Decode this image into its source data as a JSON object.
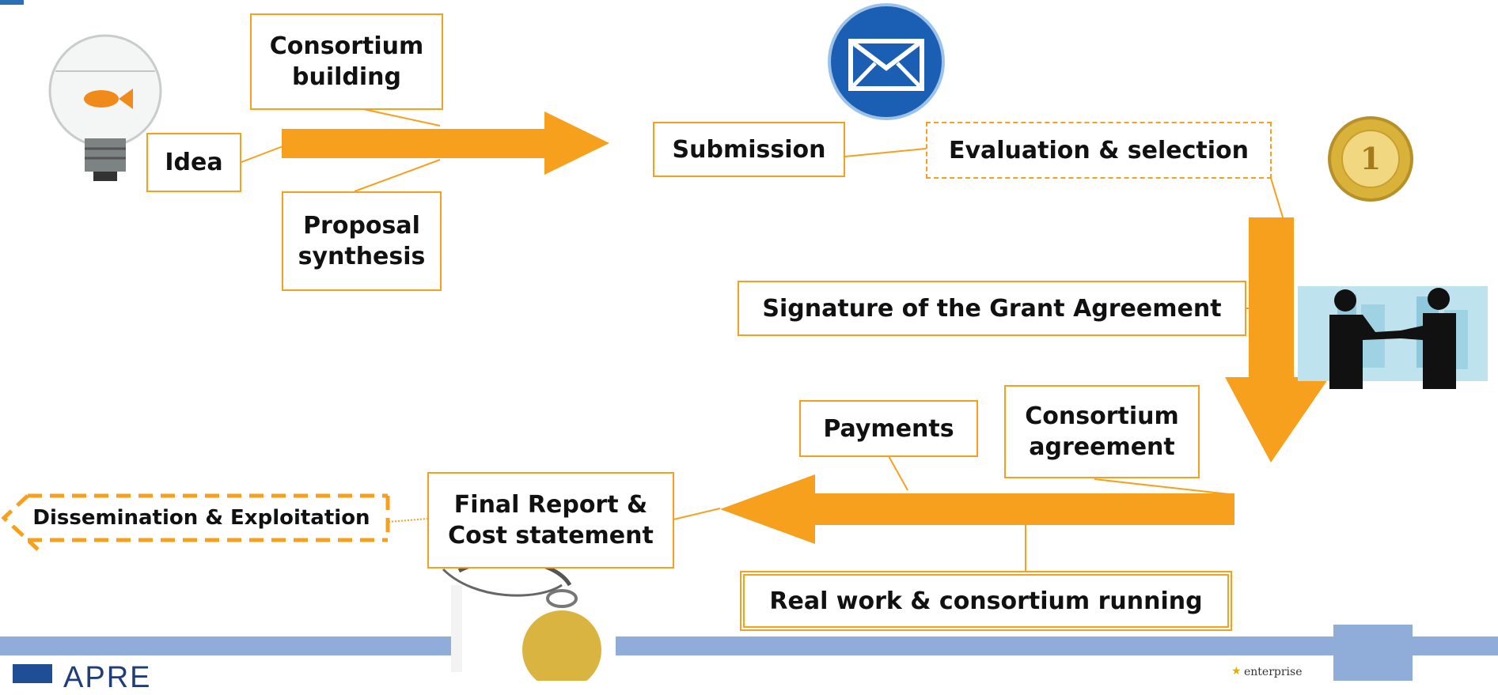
{
  "steps": {
    "idea": "Idea",
    "consortium_building": "Consortium\nbuilding",
    "proposal_synthesis": "Proposal\nsynthesis",
    "submission": "Submission",
    "evaluation": "Evaluation & selection",
    "signature": "Signature of the Grant Agreement",
    "consortium_agreement": "Consortium\nagreement",
    "payments": "Payments",
    "final_report": "Final Report &\nCost statement",
    "real_work": "Real work & consortium running",
    "dissemination": "Dissemination & Exploitation"
  },
  "footer": {
    "logo_text": "APRE",
    "partner_text": "enterprise"
  },
  "colors": {
    "arrow": "#f7a01e",
    "border": "#f7a01e",
    "footer_bar": "#8fadd8",
    "logo_blue": "#1f3d7a"
  },
  "icons": [
    "lightbulb-fish-icon",
    "envelope-icon",
    "gold-medal-icon",
    "handshake-icon",
    "medal-pendant-icon"
  ]
}
